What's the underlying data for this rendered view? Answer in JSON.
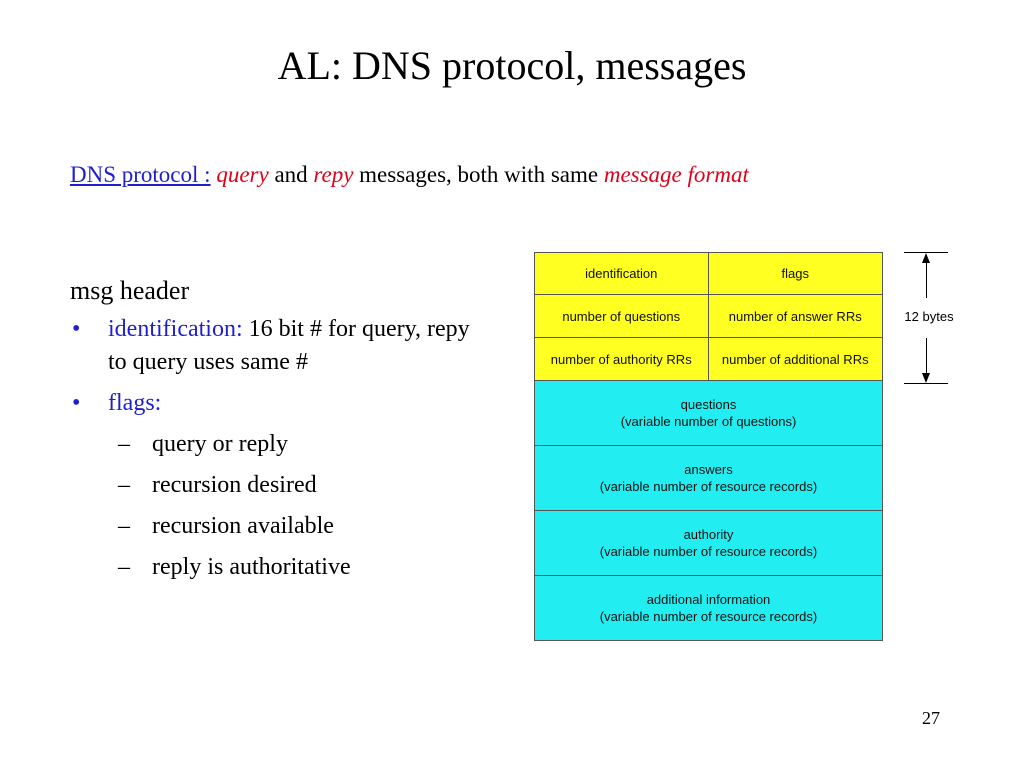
{
  "title": "AL: DNS protocol, messages",
  "subtitle": {
    "link": "DNS protocol :",
    "word1": "query",
    "and": "and",
    "word2": "repy",
    "middle": "messages, both with same",
    "word3": "message format"
  },
  "header_section": {
    "heading": "msg header",
    "bullets": [
      {
        "term": "identification:",
        "text": "16 bit # for query, repy to query uses same #"
      },
      {
        "term": "flags:",
        "text": ""
      }
    ],
    "flag_items": [
      "query or reply",
      "recursion desired",
      "recursion available",
      "reply is authoritative"
    ]
  },
  "diagram": {
    "header_rows": [
      [
        "identification",
        "flags"
      ],
      [
        "number of questions",
        "number of answer RRs"
      ],
      [
        "number of authority RRs",
        "number of additional RRs"
      ]
    ],
    "sections": [
      {
        "name": "questions",
        "detail": "(variable number of questions)"
      },
      {
        "name": "answers",
        "detail": "(variable number of resource records)"
      },
      {
        "name": "authority",
        "detail": "(variable number of resource  records)"
      },
      {
        "name": "additional information",
        "detail": "(variable number of resource records)"
      }
    ],
    "header_size_label": "12 bytes",
    "colors": {
      "header": "#ffff22",
      "sections": "#22eef2"
    }
  },
  "page_number": "27"
}
